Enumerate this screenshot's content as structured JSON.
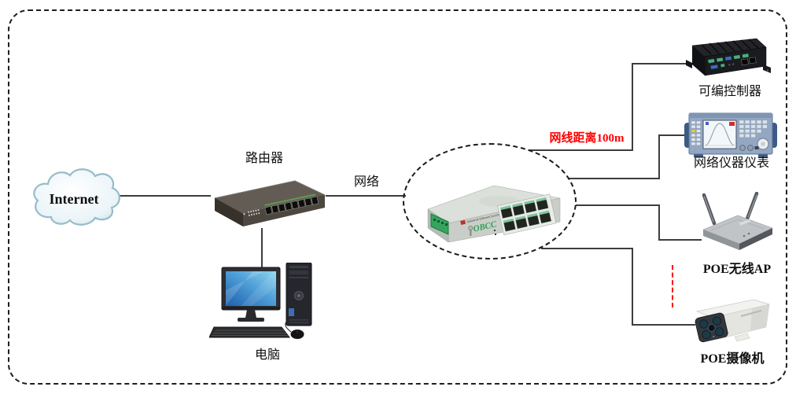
{
  "canvas": {
    "background": "#ffffff",
    "border_color": "#1f1f1f",
    "line_color": "#3d3d3d",
    "note_color": "#ff0000"
  },
  "nodes": {
    "internet": {
      "label": "Internet"
    },
    "router": {
      "label": "路由器"
    },
    "pc": {
      "label": "电脑"
    },
    "link_name": {
      "label": "网络"
    },
    "switch": {
      "brand": "OBCC",
      "panel_text": "Industrial Ethernet Switch"
    },
    "cable_note": {
      "label": "网线距离100m"
    },
    "controller": {
      "label": "可编控制器"
    },
    "instrument": {
      "label": "网络仪器仪表"
    },
    "wireless_ap": {
      "label": "POE无线AP"
    },
    "camera": {
      "label": "POE摄像机"
    }
  }
}
